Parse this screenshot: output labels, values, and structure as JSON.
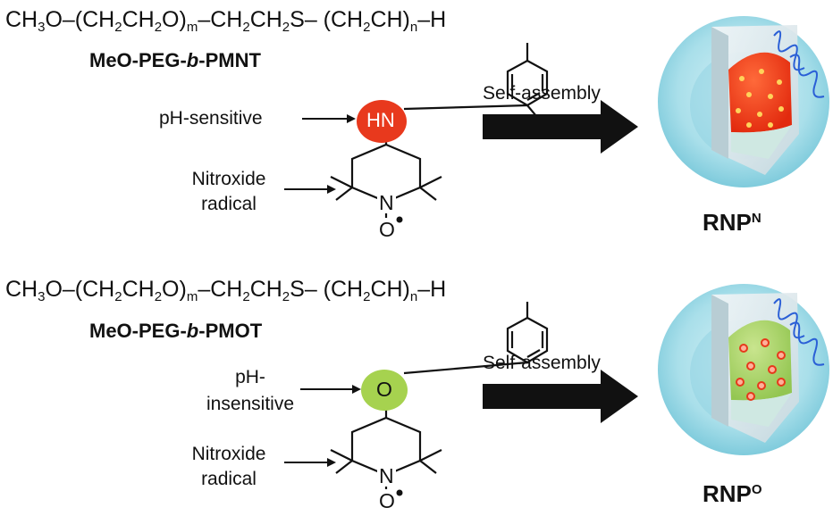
{
  "top": {
    "formula": {
      "p1": "CH",
      "s1": "3",
      "p2": "O–(CH",
      "s2": "2",
      "p3": "CH",
      "s3": "2",
      "p4": "O)",
      "s4": "m",
      "p5": "–CH",
      "s5": "2",
      "p6": "CH",
      "s6": "2",
      "p7": "S– (CH",
      "s7": "2",
      "p8": "CH)",
      "s8": "n",
      "p9": "–H"
    },
    "polymer_name": {
      "a": "MeO-PEG-",
      "b": "b",
      "c": "-PMNT"
    },
    "ph_label": "pH-sensitive",
    "group_text": "HN",
    "group_color": "#e8391d",
    "nitroxide_line1": "Nitroxide",
    "nitroxide_line2": "radical",
    "n_atom": "N",
    "o_atom": "O",
    "arrow_label": "Self-assembly",
    "rnp_main": "RNP",
    "rnp_sup": "N"
  },
  "bottom": {
    "formula": {
      "p1": "CH",
      "s1": "3",
      "p2": "O–(CH",
      "s2": "2",
      "p3": "CH",
      "s3": "2",
      "p4": "O)",
      "s4": "m",
      "p5": "–CH",
      "s5": "2",
      "p6": "CH",
      "s6": "2",
      "p7": "S– (CH",
      "s7": "2",
      "p8": "CH)",
      "s8": "n",
      "p9": "–H"
    },
    "polymer_name": {
      "a": "MeO-PEG-",
      "b": "b",
      "c": "-PMOT"
    },
    "ph_label_line1": "pH-",
    "ph_label_line2": "insensitive",
    "group_text": "O",
    "group_color": "#a6d24f",
    "nitroxide_line1": "Nitroxide",
    "nitroxide_line2": "radical",
    "n_atom": "N",
    "o_atom": "O",
    "arrow_label": "Self-assembly",
    "rnp_main": "RNP",
    "rnp_sup": "O"
  },
  "colors": {
    "shell": "#9ed9e6",
    "shell_dark": "#6fc3d6",
    "peg_chain": "#2a5fd6",
    "core_top": "#f23a14",
    "core_bottom": "#a8d36a",
    "arrow": "#111111"
  }
}
